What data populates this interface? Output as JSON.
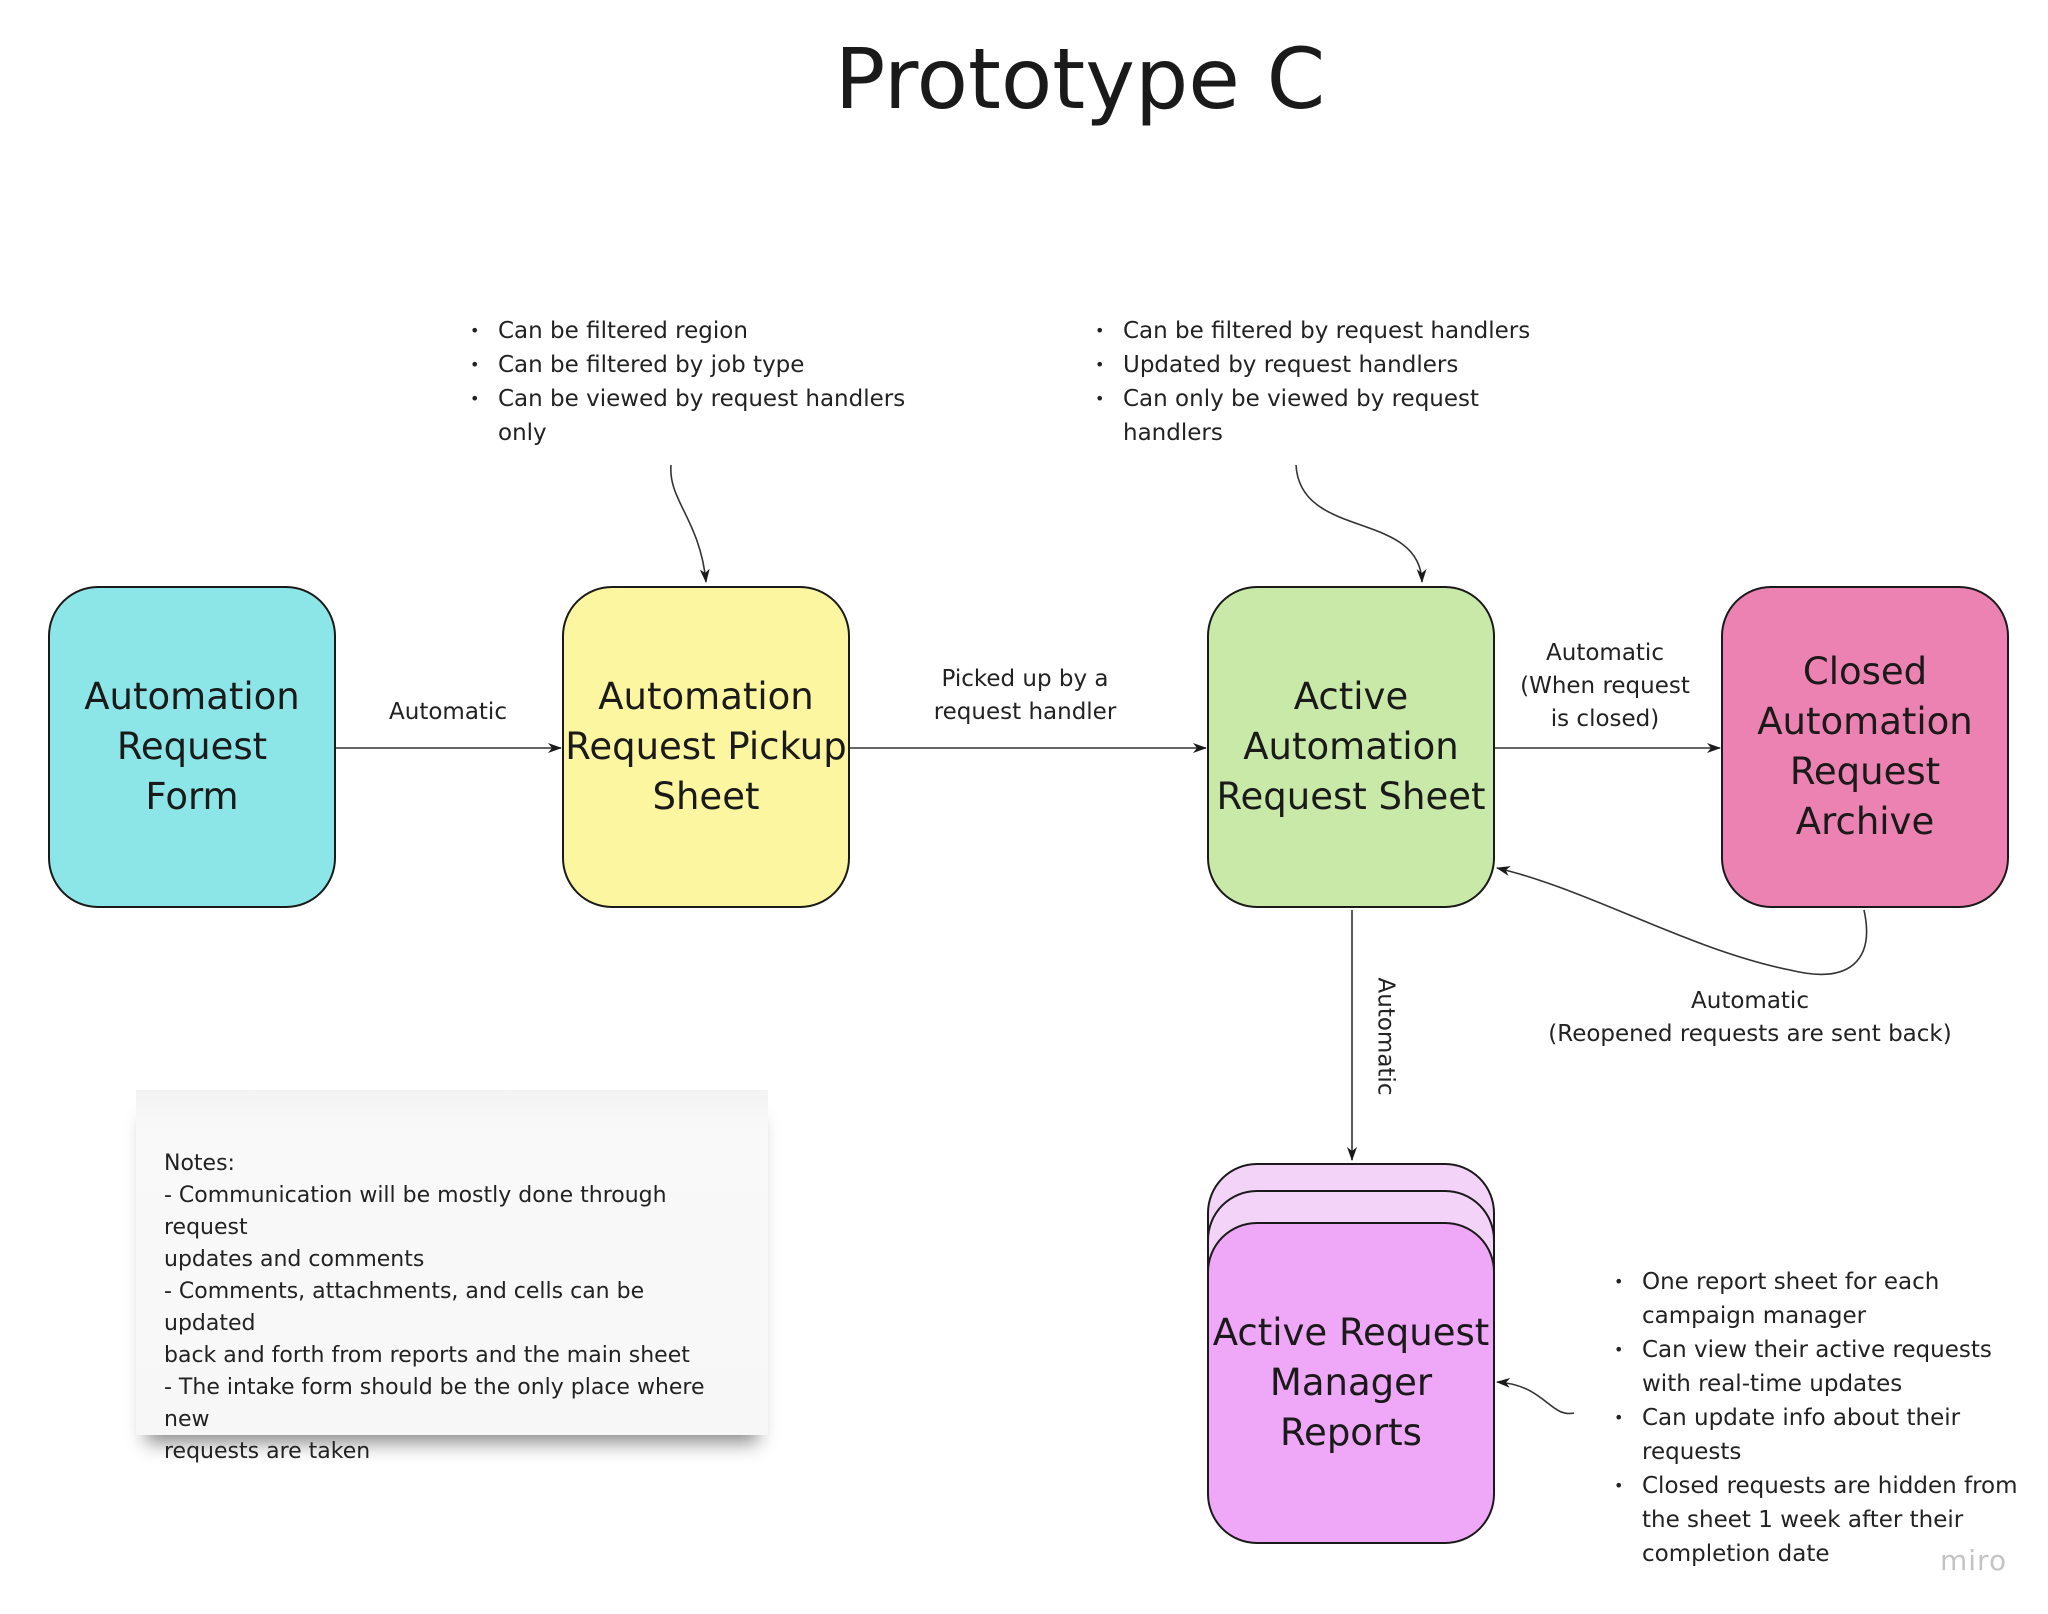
{
  "title": "Prototype C",
  "nodes": {
    "form": {
      "label": "Automation\nRequest\nForm",
      "color": "#8ce6e8"
    },
    "pickup": {
      "label": "Automation\nRequest Pickup\nSheet",
      "color": "#fdf6a0"
    },
    "active": {
      "label": "Active\nAutomation\nRequest Sheet",
      "color": "#c8e9a8"
    },
    "archive": {
      "label": "Closed\nAutomation\nRequest\nArchive",
      "color": "#ec82b1"
    },
    "reports": {
      "label": "Active Request\nManager\nReports",
      "color": "#efa8f7",
      "stack_color": "#f4d3f9"
    }
  },
  "edges": {
    "form_to_pickup": "Automatic",
    "pickup_to_active": "Picked up by a\nrequest handler",
    "active_to_archive": "Automatic\n(When request\nis closed)",
    "archive_to_active": "Automatic\n(Reopened requests are sent back)",
    "active_to_reports": "Automatic"
  },
  "annotations": {
    "pickup_notes": [
      "Can be filtered region",
      "Can be filtered by job type",
      "Can be viewed by request handlers only"
    ],
    "active_notes": [
      "Can be filtered by request handlers",
      "Updated by request handlers",
      "Can only be viewed by request handlers"
    ],
    "reports_notes": [
      "One report sheet for each campaign manager",
      "Can view their active requests with real-time updates",
      "Can update info about their requests",
      "Closed requests are hidden from the sheet 1 week after their completion date"
    ]
  },
  "sticky_note": "Notes:\n- Communication will be mostly done through request\nupdates and comments\n- Comments, attachments, and cells can be updated\nback and forth from reports and the main sheet\n- The intake form should be the only place where new\nrequests are taken",
  "watermark": "miro"
}
